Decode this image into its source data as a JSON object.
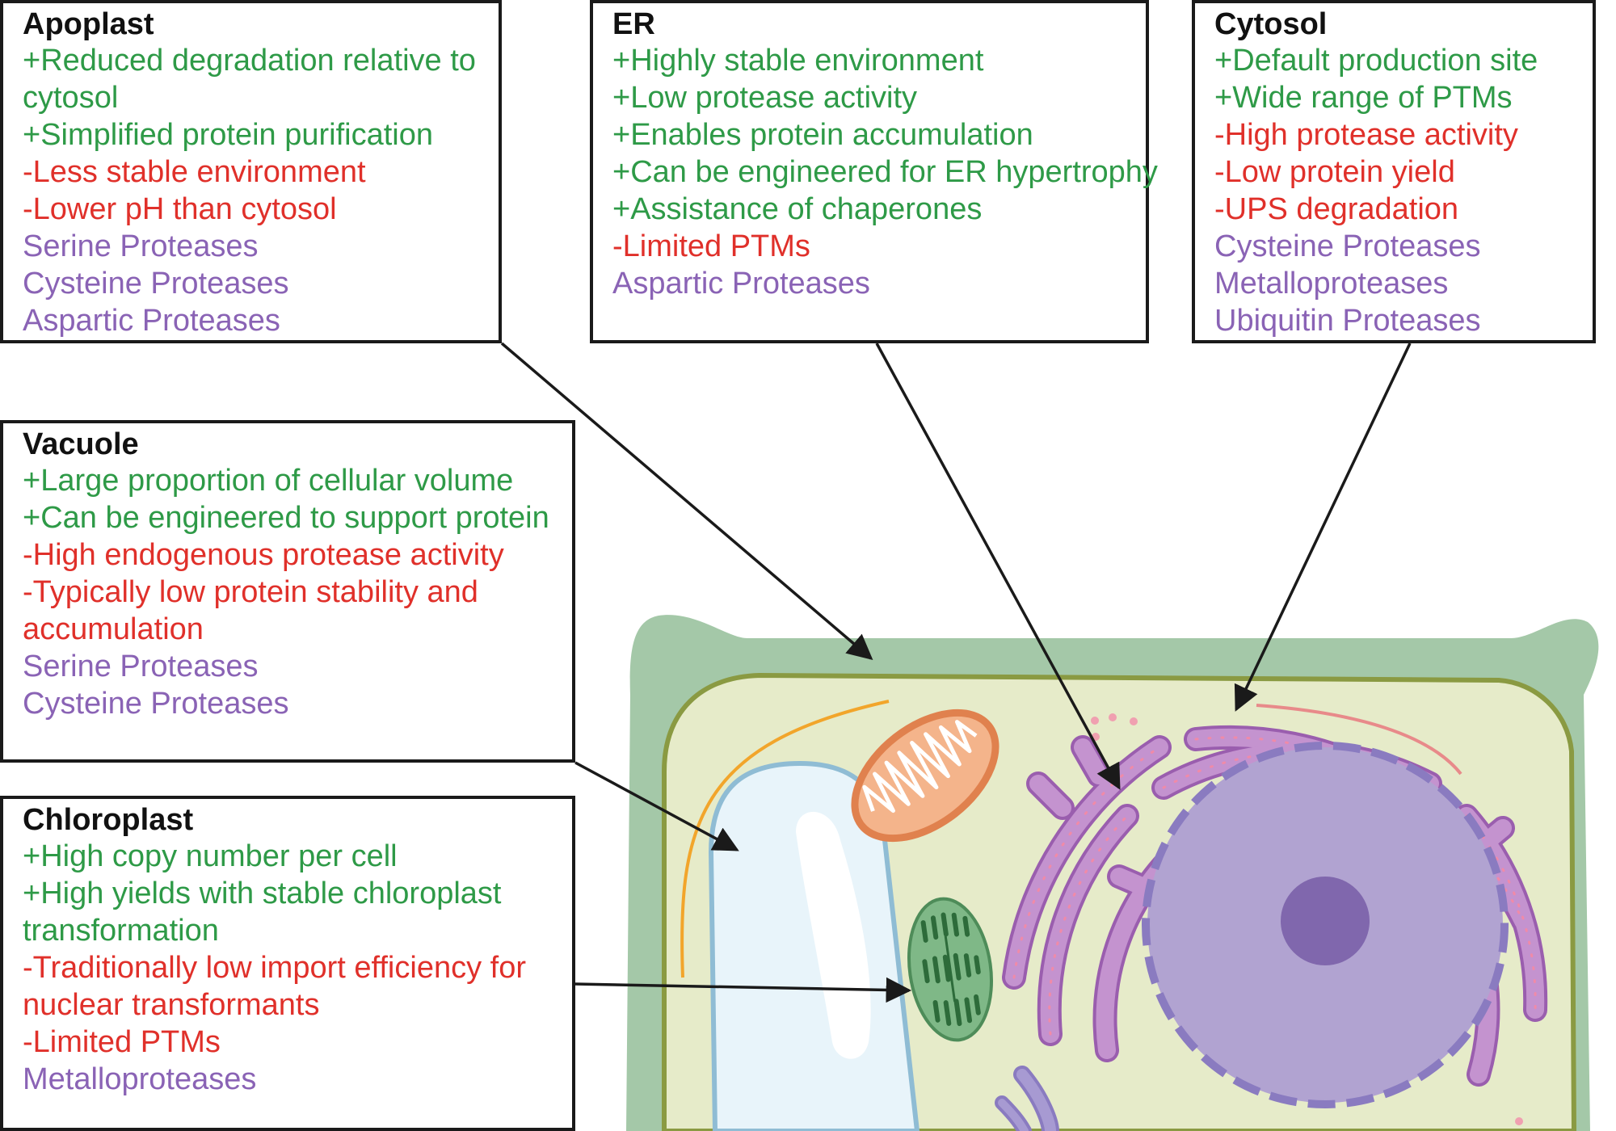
{
  "colors": {
    "pro": "#2e9a47",
    "con": "#e0302a",
    "protease": "#8a63b5",
    "cell_wall": "#a4c8a8",
    "cytoplasm": "#e6ebc9",
    "membrane": "#8a9a42",
    "vacuole": "#e8f4fa",
    "er": "#c493cf",
    "nucleus": "#b1a3d1",
    "nucleolus": "#8067ad",
    "mitochondrion": "#f4b48b",
    "chloroplast": "#7fb887"
  },
  "boxes": {
    "apoplast": {
      "title": "Apoplast",
      "pros": [
        "+Reduced degradation relative to cytosol",
        "+Simplified protein purification"
      ],
      "cons": [
        "-Less stable environment",
        "-Lower pH than cytosol"
      ],
      "proteases": [
        "Serine Proteases",
        "Cysteine Proteases",
        "Aspartic Proteases"
      ]
    },
    "er": {
      "title": "ER",
      "pros": [
        "+Highly stable environment",
        "+Low protease activity",
        "+Enables protein accumulation",
        "+Can be engineered for ER hypertrophy",
        "+Assistance of chaperones"
      ],
      "cons": [
        "-Limited PTMs"
      ],
      "proteases": [
        "Aspartic Proteases"
      ]
    },
    "cytosol": {
      "title": "Cytosol",
      "pros": [
        "+Default production site",
        "+Wide range of PTMs"
      ],
      "cons": [
        "-High protease activity",
        "-Low protein yield",
        "-UPS degradation"
      ],
      "proteases": [
        "Cysteine Proteases",
        "Metalloproteases",
        "Ubiquitin Proteases"
      ]
    },
    "vacuole": {
      "title": "Vacuole",
      "pros": [
        "+Large proportion of cellular volume",
        "+Can be engineered to support protein"
      ],
      "cons": [
        "-High endogenous protease activity",
        "-Typically low protein stability and accumulation"
      ],
      "proteases": [
        "Serine Proteases",
        "Cysteine Proteases"
      ]
    },
    "chloroplast": {
      "title": "Chloroplast",
      "pros": [
        "+High copy number per cell",
        "+High yields with stable chloroplast transformation"
      ],
      "cons": [
        "-Traditionally low import efficiency for nuclear transformants",
        "-Limited PTMs"
      ],
      "proteases": [
        "Metalloproteases"
      ]
    }
  }
}
